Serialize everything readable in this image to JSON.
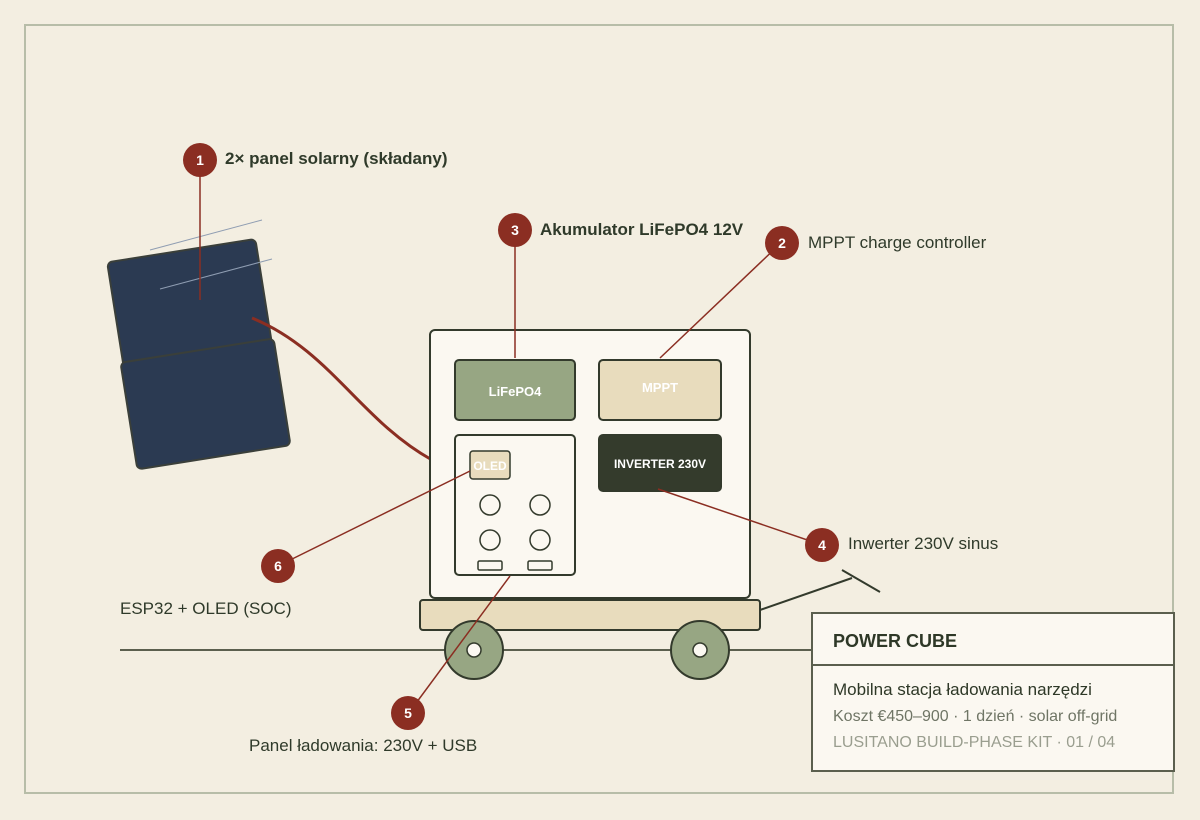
{
  "callouts": [
    {
      "number": "1",
      "label": "2× panel solarny (składany)"
    },
    {
      "number": "2",
      "label": "MPPT charge controller"
    },
    {
      "number": "3",
      "label": "Akumulator LiFePO4 12V"
    },
    {
      "number": "4",
      "label": "Inwerter 230V sinus"
    },
    {
      "number": "5",
      "label": "Panel ładowania: 230V + USB"
    },
    {
      "number": "6",
      "label": "ESP32 + OLED (SOC)"
    }
  ],
  "modules": {
    "battery": "LiFePO4",
    "mppt": "MPPT",
    "inverter": "INVERTER 230V",
    "oled": "OLED"
  },
  "title_box": {
    "title": "POWER CUBE",
    "subtitle": "Mobilna stacja ładowania narzędzi",
    "meta": "Koszt €450–900 · 1 dzień · solar off-grid",
    "kit": "LUSITANO BUILD-PHASE KIT · 01 / 04"
  },
  "colors": {
    "background": "#f3eee1",
    "accent_red": "#8b2e22",
    "solar_panel": "#2b3a52",
    "battery_green": "#97a683",
    "mppt_tan": "#e8dcbd",
    "inverter_dark": "#343b2c",
    "wheel_green": "#97a683"
  }
}
